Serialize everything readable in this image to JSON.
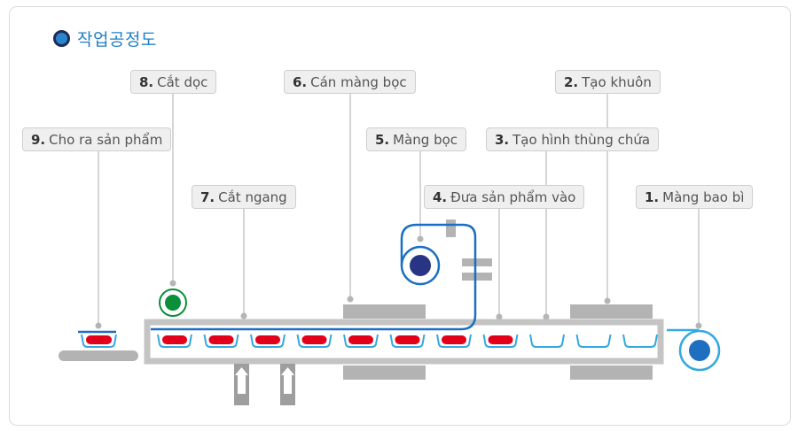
{
  "title": "작업공정도",
  "steps": [
    {
      "num": "1.",
      "text": "Màng bao bì"
    },
    {
      "num": "2.",
      "text": "Tạo khuôn"
    },
    {
      "num": "3.",
      "text": "Tạo hình thùng chứa"
    },
    {
      "num": "4.",
      "text": "Đưa sản phẩm vào"
    },
    {
      "num": "5.",
      "text": "Màng bọc"
    },
    {
      "num": "6.",
      "text": "Cán màng bọc"
    },
    {
      "num": "7.",
      "text": "Cắt ngang"
    },
    {
      "num": "8.",
      "text": "Cắt dọc"
    },
    {
      "num": "9.",
      "text": "Cho ra sản phẩm"
    }
  ],
  "colors": {
    "title": "#1f7fc4",
    "film_line": "#1a6fc2",
    "container": "#35a8e0",
    "product": "#e3001b",
    "machine": "#b3b3b3",
    "roll_dark": "#283484",
    "roll_blue": "#1f6fc0",
    "cutter": "#0b8f3a"
  },
  "conveyor": {
    "filled_containers": 8,
    "empty_containers": 3
  }
}
